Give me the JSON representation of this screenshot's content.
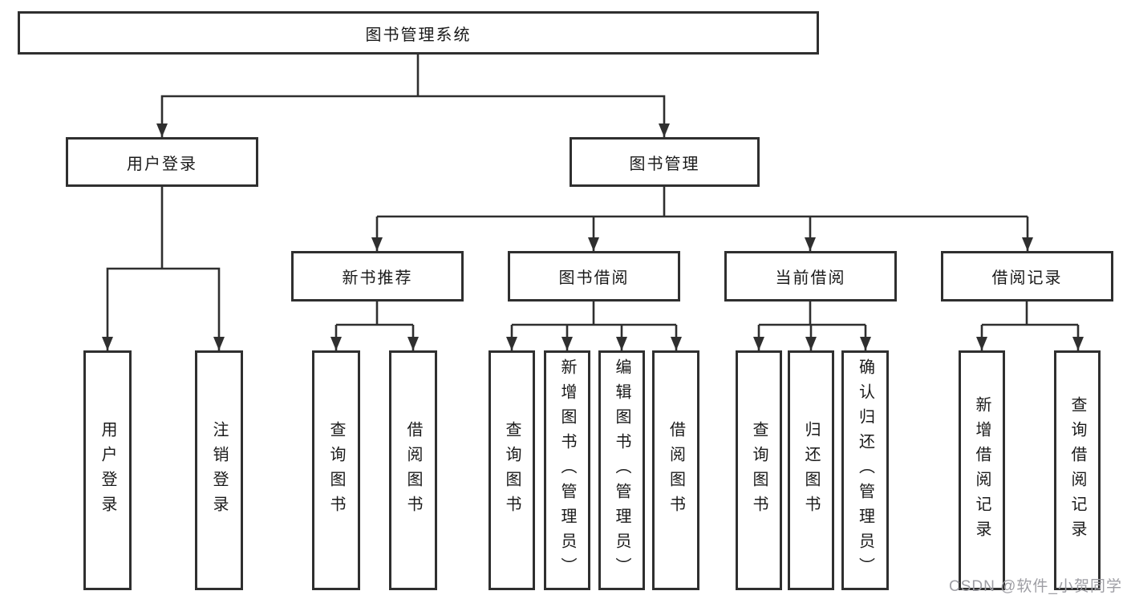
{
  "tree": {
    "label": "图书管理系统",
    "children": [
      {
        "label": "用户登录",
        "children": [
          {
            "label": "用户登录"
          },
          {
            "label": "注销登录"
          }
        ]
      },
      {
        "label": "图书管理",
        "children": [
          {
            "label": "新书推荐",
            "children": [
              {
                "label": "查询图书"
              },
              {
                "label": "借阅图书"
              }
            ]
          },
          {
            "label": "图书借阅",
            "children": [
              {
                "label": "查询图书"
              },
              {
                "label": "新增图书（管理员）"
              },
              {
                "label": "编辑图书（管理员）"
              },
              {
                "label": "借阅图书"
              }
            ]
          },
          {
            "label": "当前借阅",
            "children": [
              {
                "label": "查询图书"
              },
              {
                "label": "归还图书"
              },
              {
                "label": "确认归还（管理员）"
              }
            ]
          },
          {
            "label": "借阅记录",
            "children": [
              {
                "label": "新增借阅记录"
              },
              {
                "label": "查询借阅记录"
              }
            ]
          }
        ]
      }
    ]
  },
  "watermark": {
    "text": "CSDN @软件_小贺同学"
  },
  "colors": {
    "line": "#2f2f2f",
    "text": "#1a1a1a",
    "watermark": "#9e9ea4",
    "background": "#ffffff"
  }
}
